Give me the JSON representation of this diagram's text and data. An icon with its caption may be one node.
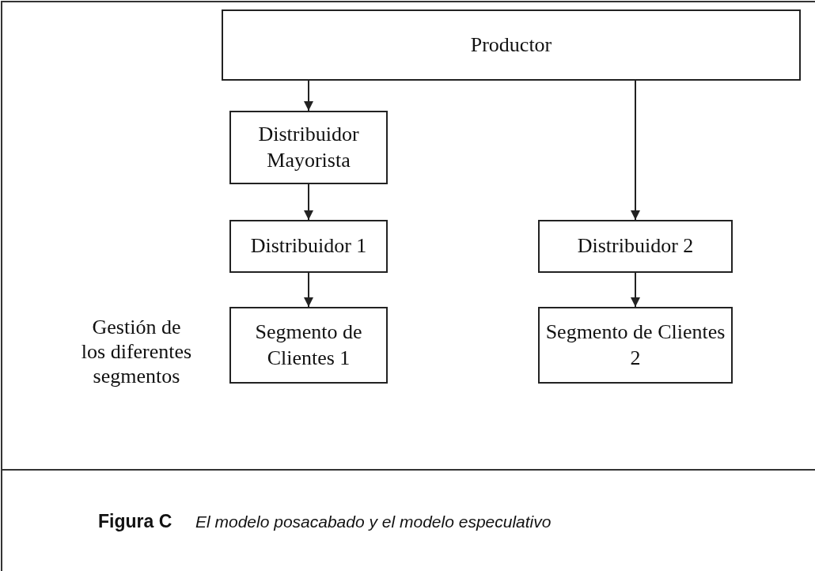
{
  "diagram": {
    "nodes": [
      {
        "text": [
          "Productor"
        ]
      },
      {
        "text": [
          "Distribuidor Mayorista"
        ]
      },
      {
        "text": [
          "Distribuidor 1"
        ]
      },
      {
        "text": [
          "Distribuidor 2"
        ]
      },
      {
        "text": [
          "Segmento de Clientes 1"
        ]
      },
      {
        "text": [
          "Segmento de Clientes 2"
        ]
      }
    ],
    "edges": [
      {
        "from": 0,
        "to": 1,
        "arrow": "to"
      },
      {
        "from": 0,
        "to": 3,
        "arrow": "to"
      },
      {
        "from": 1,
        "to": 2,
        "arrow": "to"
      },
      {
        "from": 2,
        "to": 4,
        "arrow": "to"
      },
      {
        "from": 3,
        "to": 5,
        "arrow": "to"
      }
    ],
    "labels": [
      "Gestión de los diferentes segmentos",
      "Figura C",
      "El modelo posacabado y el modelo especulativo"
    ]
  }
}
